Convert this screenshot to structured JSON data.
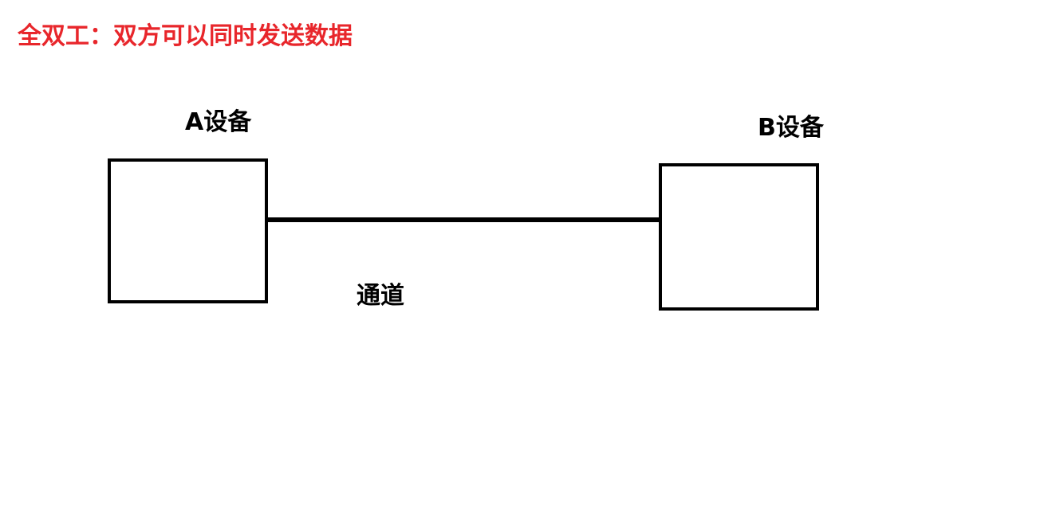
{
  "title": "全双工：双方可以同时发送数据",
  "colors": {
    "title": "#e8262b",
    "stroke": "#000000",
    "background": "#ffffff"
  },
  "devices": [
    {
      "label": "A设备"
    },
    {
      "label": "B设备"
    }
  ],
  "channel": {
    "label": "通道"
  }
}
